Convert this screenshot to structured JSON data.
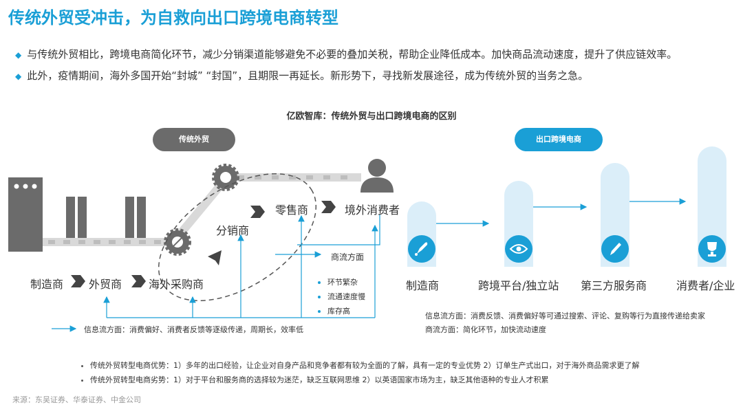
{
  "title": "传统外贸受冲击，为自救向出口跨境电商转型",
  "bullets": [
    "与传统外贸相比，跨境电商简化环节，减少分销渠道能够避免不必要的叠加关税，帮助企业降低成本。加快商品流动速度，提升了供应链效率。",
    "此外，疫情期间，海外多国开始“封城” “封国”，且期限一再延长。新形势下，寻找新发展途径，成为传统外贸的当务之急。"
  ],
  "chart_title": "亿欧智库：传统外贸与出口跨境电商的区别",
  "traditional": {
    "label": "传统外贸",
    "pill_color": "#6b6b6b",
    "flow": [
      "制造商",
      "外贸商",
      "海外采购商"
    ],
    "distributor": "分销商",
    "retailer": "零售商",
    "consumer": "境外消费者",
    "commerce_flow": "商流方面",
    "commerce_points": [
      "环节繁杂",
      "流通速度慢",
      "库存高"
    ],
    "info_flow": "信息流方面：消费偏好、消费者反馈等逐级传递，周期长，效率低"
  },
  "cross_border": {
    "label": "出口跨境电商",
    "pill_color": "#1a9fd6",
    "nodes": [
      {
        "label": "制造商",
        "icon": "rocket-icon"
      },
      {
        "label": "跨境平台/独立站",
        "icon": "eye-icon"
      },
      {
        "label": "第三方服务商",
        "icon": "pen-icon"
      },
      {
        "label": "消费者/企业",
        "icon": "trophy-icon"
      }
    ],
    "info_flow": "信息流方面：消费反馈、消费偏好等可通过搜索、评论、复购等行为直接传递给卖家",
    "commerce_flow": "商流方面：简化环节，加快流动速度"
  },
  "footnotes": [
    "传统外贸转型电商优势：1）多年的出口经验，让企业对自身产品和竞争者都有较为全面的了解，具有一定的专业优势  2）订单生产式出口，对于海外商品需求更了解",
    "传统外贸转型电商劣势：1）对于平台和服务商的选择较为迷茫，缺乏互联网思维 2）以英语国家市场为主，缺乏其他语种的专业人才积累"
  ],
  "source": "来源：东吴证券、华泰证券、中金公司",
  "colors": {
    "accent": "#1a9fd6",
    "bar_light": "#dbeef9",
    "dark_gray": "#6b6b6b"
  }
}
